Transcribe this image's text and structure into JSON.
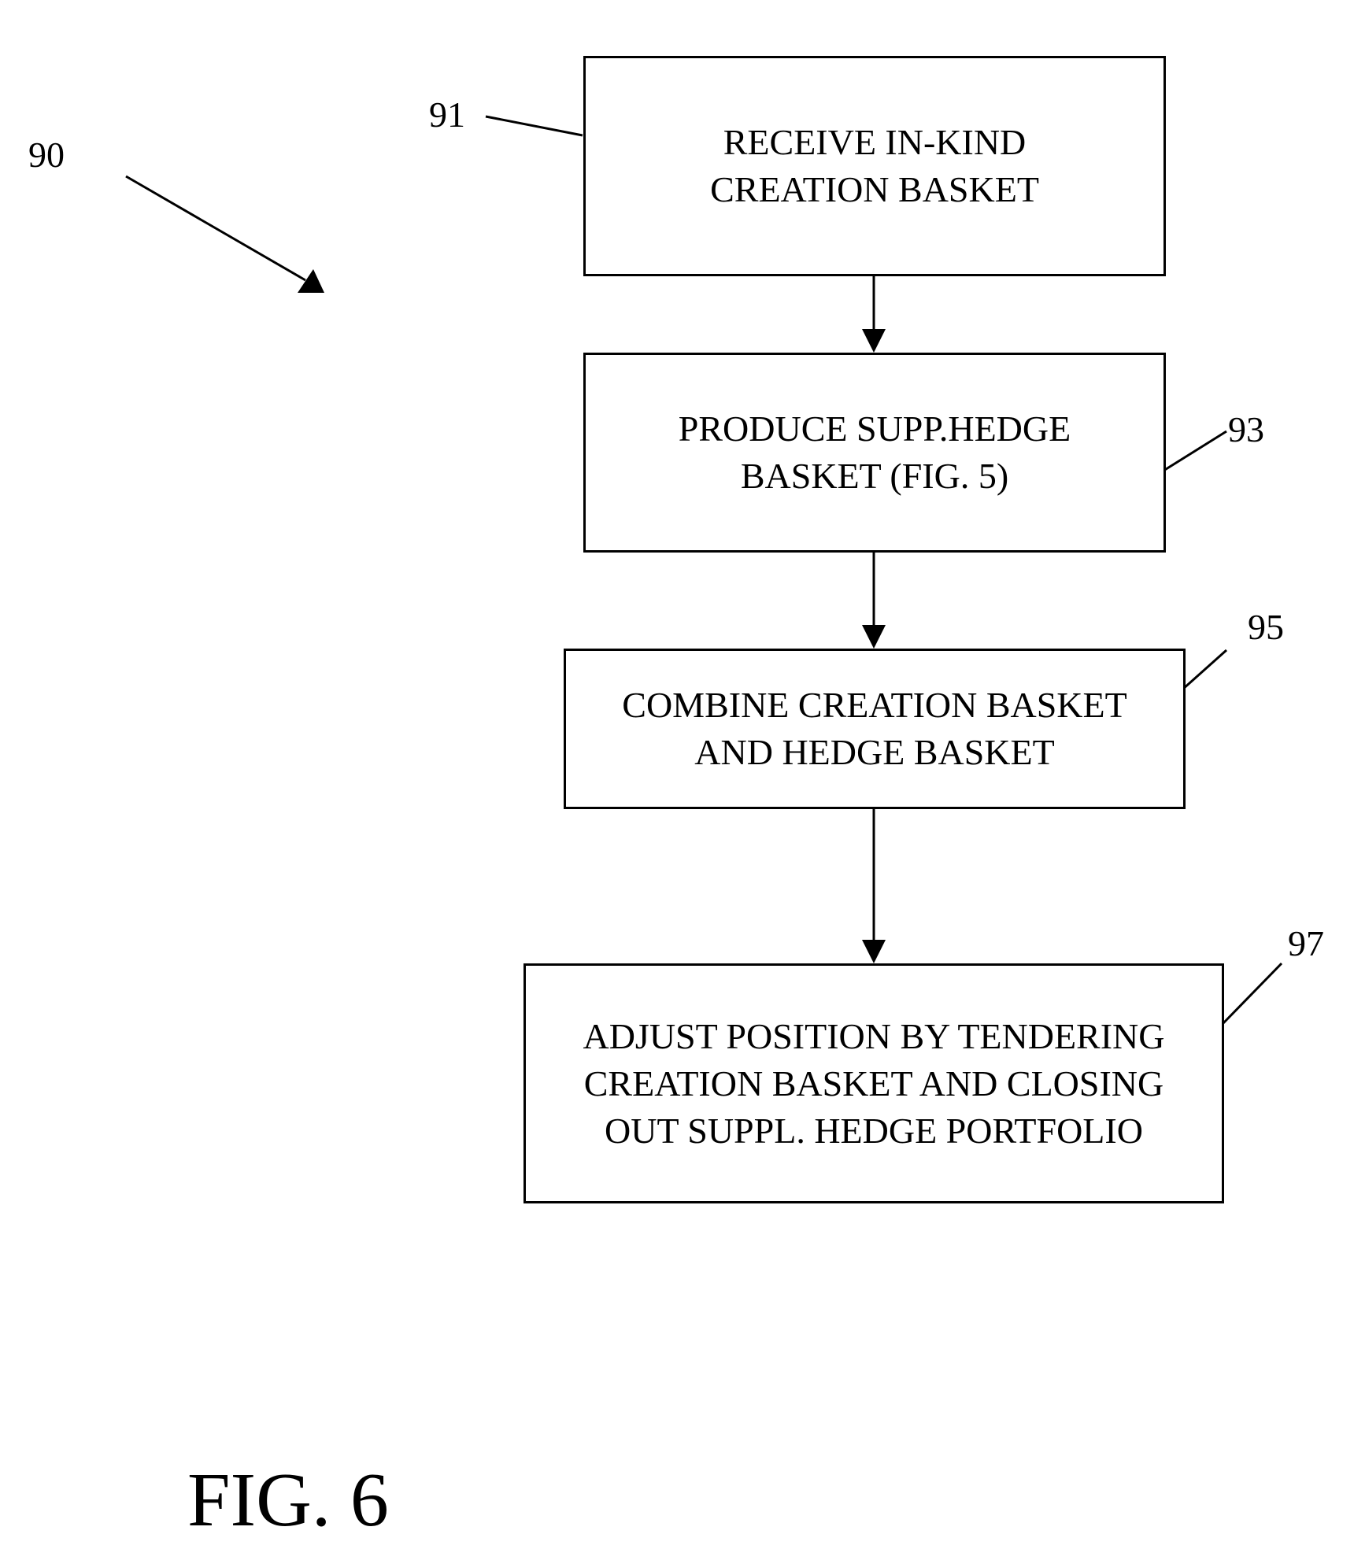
{
  "figure": {
    "caption": "FIG. 6",
    "reference": "90"
  },
  "steps": [
    {
      "ref": "91",
      "lines": [
        "RECEIVE IN-KIND",
        "CREATION BASKET"
      ]
    },
    {
      "ref": "93",
      "lines": [
        "PRODUCE SUPP.HEDGE",
        "BASKET (FIG. 5)"
      ]
    },
    {
      "ref": "95",
      "lines": [
        "COMBINE CREATION BASKET",
        "AND HEDGE BASKET"
      ]
    },
    {
      "ref": "97",
      "lines": [
        "ADJUST POSITION BY TENDERING",
        "CREATION BASKET AND CLOSING",
        "OUT SUPPL. HEDGE  PORTFOLIO"
      ]
    }
  ],
  "colors": {
    "line": "#000000",
    "background": "#ffffff"
  }
}
